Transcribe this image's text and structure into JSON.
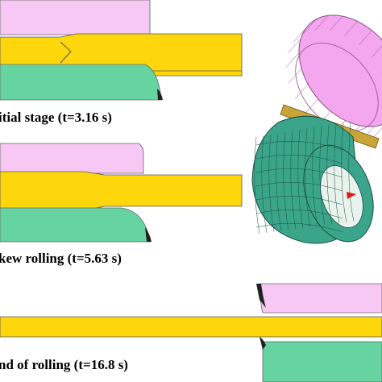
{
  "captions": {
    "stage1": "itial stage (t=3.16 s)",
    "stage2": "kew rolling (t=5.63 s)",
    "stage3": "nd of rolling (t=16.8 s)"
  },
  "colors": {
    "upper_roll": "#f7c8f3",
    "lower_roll": "#66d4a1",
    "workpiece": "#fdd70c",
    "upper_roll_3d": "#f4a6ee",
    "lower_roll_3d": "#3aa58a",
    "bar_3d": "#c9a437",
    "marker": "#e01818"
  }
}
